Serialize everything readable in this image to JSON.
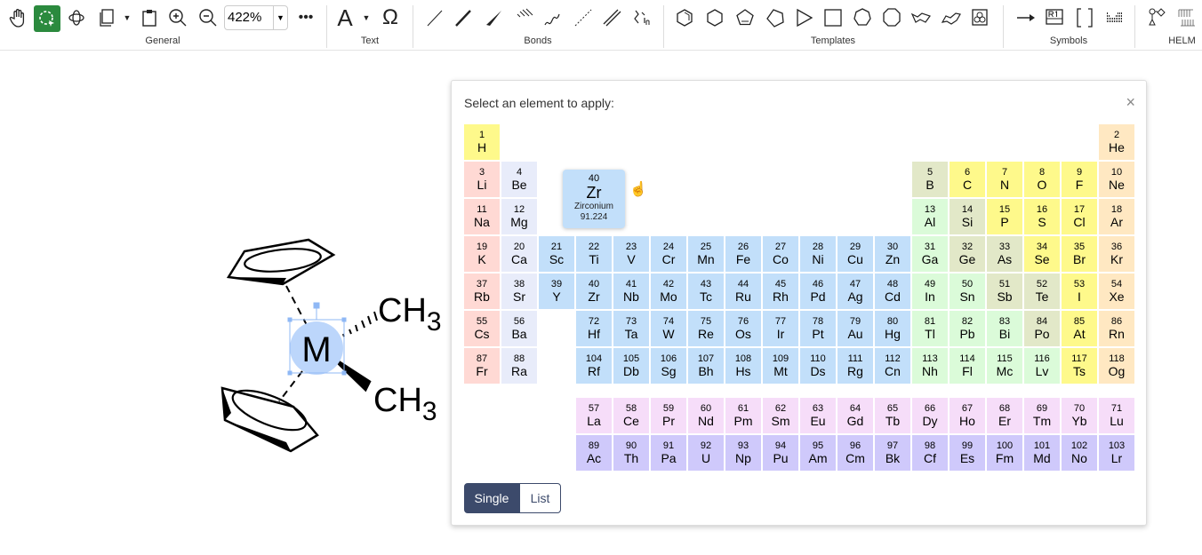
{
  "toolbar": {
    "zoom_value": "422%",
    "groups": {
      "general": "General",
      "text": "Text",
      "bonds": "Bonds",
      "templates": "Templates",
      "symbols": "Symbols",
      "helm": "HELM"
    },
    "text_tool_glyph": "A",
    "special_char_glyph": "Ω"
  },
  "canvas": {
    "atom_label": "M",
    "methyl_upper": "CH",
    "methyl_lower": "CH",
    "subscript": "3"
  },
  "dialog": {
    "title": "Select an element to apply:",
    "close_glyph": "×",
    "mode_single": "Single",
    "mode_list": "List",
    "selected_mode": "Single"
  },
  "tooltip": {
    "number": "40",
    "symbol": "Zr",
    "name": "Zirconium",
    "mass": "91.224"
  },
  "colors": {
    "nonmetal": "#fef98b",
    "noble": "#ffe8c2",
    "alkali": "#ffd9d4",
    "alkaline": "#e8ecfa",
    "transition": "#c2dffa",
    "post_transition": "#dbfbd9",
    "metalloid": "#e2e8c8",
    "lanthanide": "#f6ddf9",
    "actinide": "#cfc9fb",
    "active_tool": "#2b8a3e",
    "mode_selected": "#3c4a6b"
  },
  "elements": [
    [
      1,
      "H",
      "n"
    ],
    [
      2,
      "He",
      "g"
    ],
    [
      3,
      "Li",
      "a"
    ],
    [
      4,
      "Be",
      "e"
    ],
    [
      5,
      "B",
      "m"
    ],
    [
      6,
      "C",
      "n"
    ],
    [
      7,
      "N",
      "n"
    ],
    [
      8,
      "O",
      "n"
    ],
    [
      9,
      "F",
      "n"
    ],
    [
      10,
      "Ne",
      "g"
    ],
    [
      11,
      "Na",
      "a"
    ],
    [
      12,
      "Mg",
      "e"
    ],
    [
      13,
      "Al",
      "p"
    ],
    [
      14,
      "Si",
      "m"
    ],
    [
      15,
      "P",
      "n"
    ],
    [
      16,
      "S",
      "n"
    ],
    [
      17,
      "Cl",
      "n"
    ],
    [
      18,
      "Ar",
      "g"
    ],
    [
      19,
      "K",
      "a"
    ],
    [
      20,
      "Ca",
      "e"
    ],
    [
      21,
      "Sc",
      "t"
    ],
    [
      22,
      "Ti",
      "t"
    ],
    [
      23,
      "V",
      "t"
    ],
    [
      24,
      "Cr",
      "t"
    ],
    [
      25,
      "Mn",
      "t"
    ],
    [
      26,
      "Fe",
      "t"
    ],
    [
      27,
      "Co",
      "t"
    ],
    [
      28,
      "Ni",
      "t"
    ],
    [
      29,
      "Cu",
      "t"
    ],
    [
      30,
      "Zn",
      "t"
    ],
    [
      31,
      "Ga",
      "p"
    ],
    [
      32,
      "Ge",
      "m"
    ],
    [
      33,
      "As",
      "m"
    ],
    [
      34,
      "Se",
      "n"
    ],
    [
      35,
      "Br",
      "n"
    ],
    [
      36,
      "Kr",
      "g"
    ],
    [
      37,
      "Rb",
      "a"
    ],
    [
      38,
      "Sr",
      "e"
    ],
    [
      39,
      "Y",
      "t"
    ],
    [
      40,
      "Zr",
      "t"
    ],
    [
      41,
      "Nb",
      "t"
    ],
    [
      42,
      "Mo",
      "t"
    ],
    [
      43,
      "Tc",
      "t"
    ],
    [
      44,
      "Ru",
      "t"
    ],
    [
      45,
      "Rh",
      "t"
    ],
    [
      46,
      "Pd",
      "t"
    ],
    [
      47,
      "Ag",
      "t"
    ],
    [
      48,
      "Cd",
      "t"
    ],
    [
      49,
      "In",
      "p"
    ],
    [
      50,
      "Sn",
      "p"
    ],
    [
      51,
      "Sb",
      "m"
    ],
    [
      52,
      "Te",
      "m"
    ],
    [
      53,
      "I",
      "n"
    ],
    [
      54,
      "Xe",
      "g"
    ],
    [
      55,
      "Cs",
      "a"
    ],
    [
      56,
      "Ba",
      "e"
    ],
    [
      57,
      "La",
      "l"
    ],
    [
      58,
      "Ce",
      "l"
    ],
    [
      59,
      "Pr",
      "l"
    ],
    [
      60,
      "Nd",
      "l"
    ],
    [
      61,
      "Pm",
      "l"
    ],
    [
      62,
      "Sm",
      "l"
    ],
    [
      63,
      "Eu",
      "l"
    ],
    [
      64,
      "Gd",
      "l"
    ],
    [
      65,
      "Tb",
      "l"
    ],
    [
      66,
      "Dy",
      "l"
    ],
    [
      67,
      "Ho",
      "l"
    ],
    [
      68,
      "Er",
      "l"
    ],
    [
      69,
      "Tm",
      "l"
    ],
    [
      70,
      "Yb",
      "l"
    ],
    [
      71,
      "Lu",
      "l"
    ],
    [
      72,
      "Hf",
      "t"
    ],
    [
      73,
      "Ta",
      "t"
    ],
    [
      74,
      "W",
      "t"
    ],
    [
      75,
      "Re",
      "t"
    ],
    [
      76,
      "Os",
      "t"
    ],
    [
      77,
      "Ir",
      "t"
    ],
    [
      78,
      "Pt",
      "t"
    ],
    [
      79,
      "Au",
      "t"
    ],
    [
      80,
      "Hg",
      "t"
    ],
    [
      81,
      "Tl",
      "p"
    ],
    [
      82,
      "Pb",
      "p"
    ],
    [
      83,
      "Bi",
      "p"
    ],
    [
      84,
      "Po",
      "m"
    ],
    [
      85,
      "At",
      "n"
    ],
    [
      86,
      "Rn",
      "g"
    ],
    [
      87,
      "Fr",
      "a"
    ],
    [
      88,
      "Ra",
      "e"
    ],
    [
      89,
      "Ac",
      "c"
    ],
    [
      90,
      "Th",
      "c"
    ],
    [
      91,
      "Pa",
      "c"
    ],
    [
      92,
      "U",
      "c"
    ],
    [
      93,
      "Np",
      "c"
    ],
    [
      94,
      "Pu",
      "c"
    ],
    [
      95,
      "Am",
      "c"
    ],
    [
      96,
      "Cm",
      "c"
    ],
    [
      97,
      "Bk",
      "c"
    ],
    [
      98,
      "Cf",
      "c"
    ],
    [
      99,
      "Es",
      "c"
    ],
    [
      100,
      "Fm",
      "c"
    ],
    [
      101,
      "Md",
      "c"
    ],
    [
      102,
      "No",
      "c"
    ],
    [
      103,
      "Lr",
      "c"
    ],
    [
      104,
      "Rf",
      "t"
    ],
    [
      105,
      "Db",
      "t"
    ],
    [
      106,
      "Sg",
      "t"
    ],
    [
      107,
      "Bh",
      "t"
    ],
    [
      108,
      "Hs",
      "t"
    ],
    [
      109,
      "Mt",
      "t"
    ],
    [
      110,
      "Ds",
      "t"
    ],
    [
      111,
      "Rg",
      "t"
    ],
    [
      112,
      "Cn",
      "t"
    ],
    [
      113,
      "Nh",
      "p"
    ],
    [
      114,
      "Fl",
      "p"
    ],
    [
      115,
      "Mc",
      "p"
    ],
    [
      116,
      "Lv",
      "p"
    ],
    [
      117,
      "Ts",
      "n"
    ],
    [
      118,
      "Og",
      "g"
    ]
  ]
}
